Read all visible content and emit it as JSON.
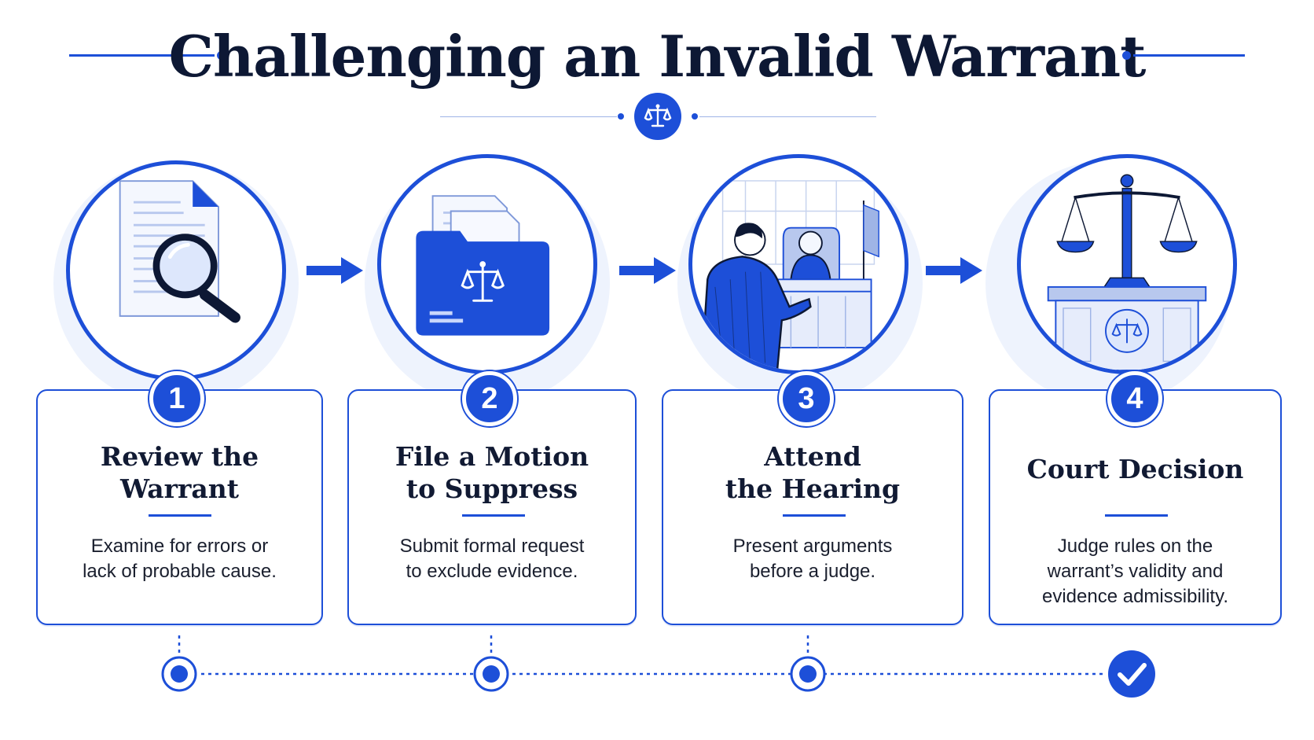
{
  "header": {
    "title": "Challenging an Invalid Warrant",
    "emblem_icon": "scales-of-justice-icon"
  },
  "steps": [
    {
      "number": "1",
      "title_line1": "Review the",
      "title_line2": "Warrant",
      "desc_line1": "Examine for errors or",
      "desc_line2": "lack of probable cause.",
      "desc_line3": "",
      "illustration": "document-magnifier-icon"
    },
    {
      "number": "2",
      "title_line1": "File a Motion",
      "title_line2": "to Suppress",
      "desc_line1": "Submit formal request",
      "desc_line2": "to exclude evidence.",
      "desc_line3": "",
      "illustration": "legal-folder-icon"
    },
    {
      "number": "3",
      "title_line1": "Attend",
      "title_line2": "the Hearing",
      "desc_line1": "Present arguments",
      "desc_line2": "before a judge.",
      "desc_line3": "",
      "illustration": "courtroom-hearing-illustration"
    },
    {
      "number": "4",
      "title_line1": "Court Decision",
      "title_line2": "",
      "desc_line1": "Judge rules on the",
      "desc_line2": "warrant’s validity and",
      "desc_line3": "evidence admissibility.",
      "illustration": "scales-on-bench-illustration"
    }
  ],
  "timeline": {
    "markers": [
      "dot",
      "dot",
      "dot",
      "check"
    ]
  },
  "colors": {
    "accent": "#1d4fd8",
    "title": "#0d1834",
    "halo": "#eef3fd"
  }
}
